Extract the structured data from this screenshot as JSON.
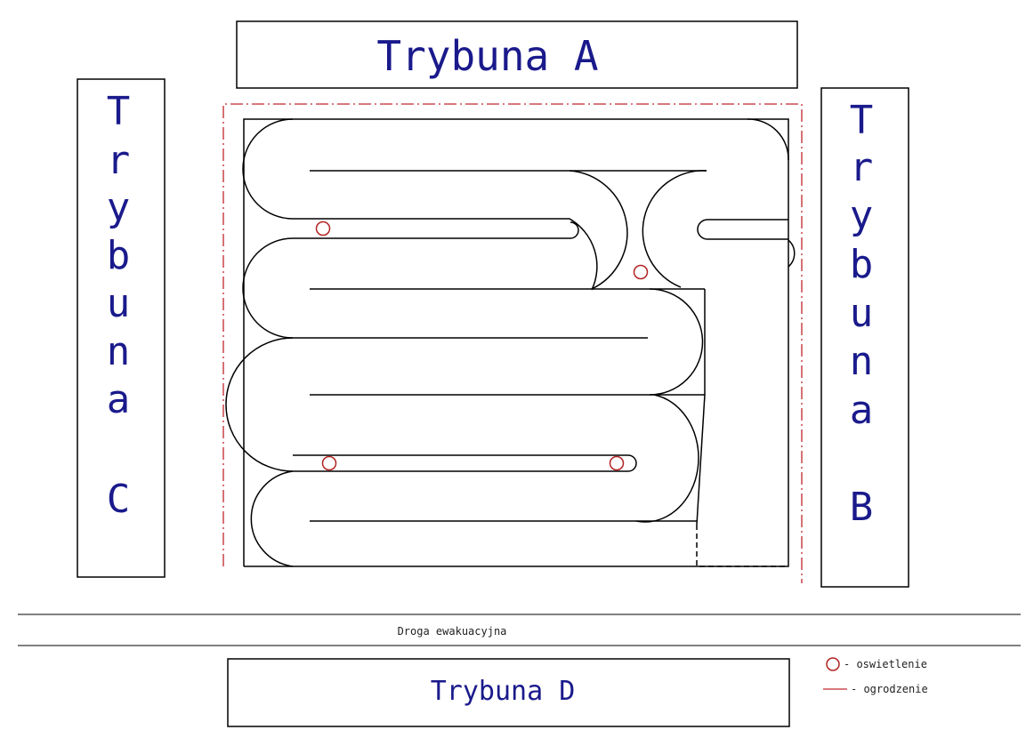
{
  "stands": {
    "a": "Trybuna A",
    "b": [
      "T",
      "r",
      "y",
      "b",
      "u",
      "n",
      "a",
      "B"
    ],
    "c": [
      "T",
      "r",
      "y",
      "b",
      "u",
      "n",
      "a",
      "C"
    ],
    "d": "Trybuna D"
  },
  "evacuation_road": "Droga ewakuacyjna",
  "legend": {
    "lighting": "- oswietlenie",
    "fence": "- ogrodzenie"
  },
  "colors": {
    "stand_text": "#1a1a8c",
    "fence": "#c0272d",
    "lighting": "#b22222",
    "track": "#000000"
  }
}
